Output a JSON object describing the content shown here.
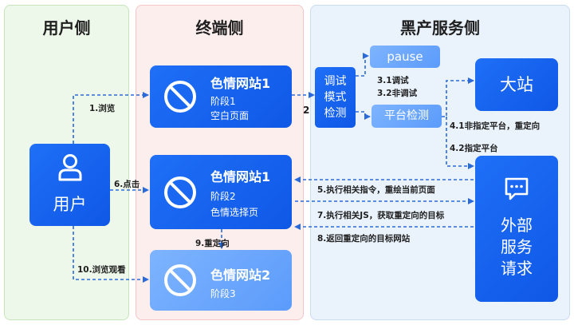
{
  "panels": {
    "user": "用户侧",
    "terminal": "终端侧",
    "blackmarket": "黑产服务侧"
  },
  "user_node": {
    "label": "用户",
    "icon": "user-icon"
  },
  "sites": [
    {
      "title": "色情网站1",
      "line1": "阶段1",
      "line2": "空白页面",
      "icon": "ban-icon"
    },
    {
      "title": "色情网站1",
      "line1": "阶段2",
      "line2": "色情选择页",
      "icon": "ban-icon"
    },
    {
      "title": "色情网站2",
      "line1": "阶段3",
      "line2": "",
      "icon": "ban-icon"
    }
  ],
  "debug_node": {
    "line1": "调试",
    "line2": "模式",
    "line3": "检测"
  },
  "pause_node": "pause",
  "platform_node": "平台检测",
  "big_site_node": "大站",
  "external_node": {
    "line1": "外部",
    "line2": "服务",
    "line3": "请求",
    "icon": "chat-icon"
  },
  "edges": {
    "browse": "1.浏览",
    "step2": "2",
    "debug": "3.1调试",
    "nondebug": "3.2非调试",
    "nonplatform": "4.1非指定平台，重定向",
    "platform": "4.2指定平台",
    "execute_cmd": "5.执行相关指令，重绘当前页面",
    "click": "6.点击",
    "execute_js": "7.执行相关JS，获取重定向的目标",
    "return_target": "8.返回重定向的目标网站",
    "redirect": "9.重定向",
    "watch": "10.浏览观看"
  },
  "colors": {
    "primary": "#1565f0",
    "light_blue": "#6aa6fd",
    "user_panel": "#eef8ea",
    "terminal_panel": "#fdeeee",
    "blackmarket_panel": "#eaf3fc",
    "arrow": "#2a6ad9"
  }
}
